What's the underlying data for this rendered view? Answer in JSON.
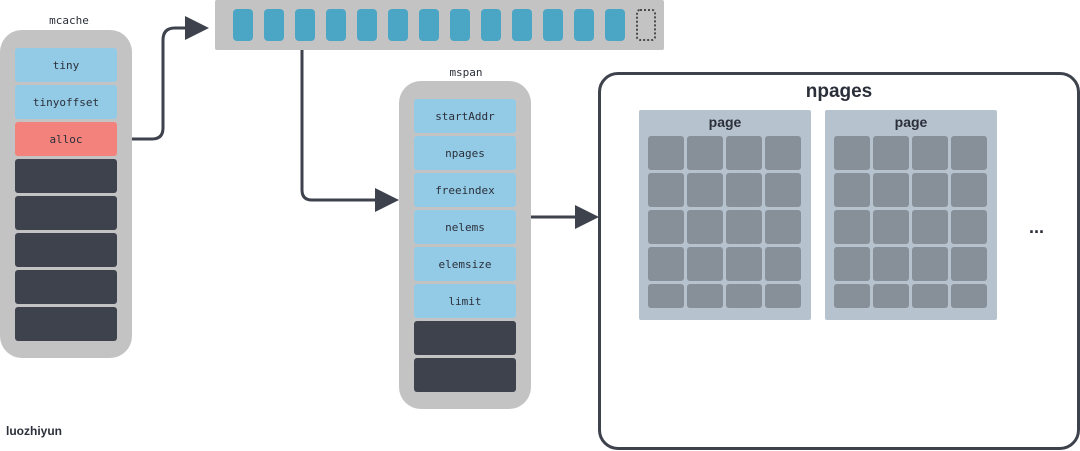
{
  "mcache": {
    "title": "mcache",
    "fields": [
      {
        "label": "tiny",
        "kind": "blue"
      },
      {
        "label": "tinyoffset",
        "kind": "blue"
      },
      {
        "label": "alloc",
        "kind": "red"
      },
      {
        "label": "",
        "kind": "dark"
      },
      {
        "label": "",
        "kind": "dark"
      },
      {
        "label": "",
        "kind": "dark"
      },
      {
        "label": "",
        "kind": "dark"
      },
      {
        "label": "",
        "kind": "dark"
      }
    ]
  },
  "alloc_array": {
    "filled_slots": 13,
    "empty_slots": 1
  },
  "mspan": {
    "title": "mspan",
    "fields": [
      {
        "label": "startAddr",
        "kind": "blue"
      },
      {
        "label": "npages",
        "kind": "blue"
      },
      {
        "label": "freeindex",
        "kind": "blue"
      },
      {
        "label": "nelems",
        "kind": "blue"
      },
      {
        "label": "elemsize",
        "kind": "blue"
      },
      {
        "label": "limit",
        "kind": "blue"
      },
      {
        "label": "",
        "kind": "dark"
      },
      {
        "label": "",
        "kind": "dark"
      }
    ]
  },
  "npages": {
    "title": "npages",
    "pages": [
      {
        "title": "page"
      },
      {
        "title": "page"
      }
    ],
    "more": "..."
  },
  "author": "luozhiyun",
  "colors": {
    "field_blue": "#93cbe6",
    "field_red": "#f2827b",
    "field_dark": "#3e424c",
    "slot": "#4ba5c5",
    "struct_bg": "#c3c3c3",
    "page_bg": "#b6c3cf",
    "cell": "#878f98",
    "line": "#3e424c"
  }
}
